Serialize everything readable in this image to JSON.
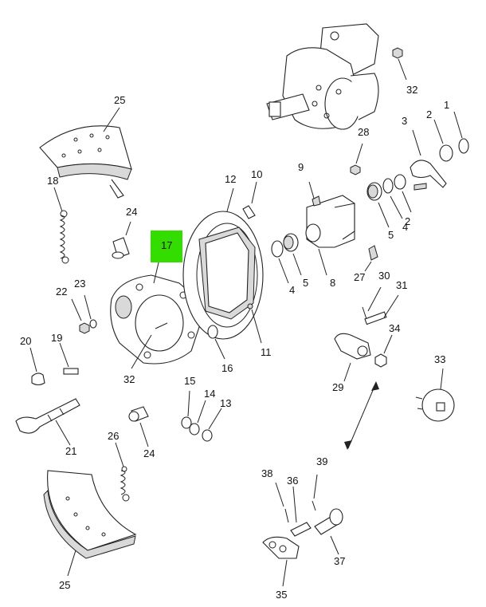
{
  "highlight": {
    "part": "17",
    "color": "#33dd00"
  },
  "parts": [
    {
      "id": "p1",
      "label": "1"
    },
    {
      "id": "p2a",
      "label": "2"
    },
    {
      "id": "p2b",
      "label": "2"
    },
    {
      "id": "p3",
      "label": "3"
    },
    {
      "id": "p4a",
      "label": "4"
    },
    {
      "id": "p4b",
      "label": "4"
    },
    {
      "id": "p5a",
      "label": "5"
    },
    {
      "id": "p5b",
      "label": "5"
    },
    {
      "id": "p8",
      "label": "8"
    },
    {
      "id": "p9",
      "label": "9"
    },
    {
      "id": "p10",
      "label": "10"
    },
    {
      "id": "p11",
      "label": "11"
    },
    {
      "id": "p12",
      "label": "12"
    },
    {
      "id": "p13",
      "label": "13"
    },
    {
      "id": "p14",
      "label": "14"
    },
    {
      "id": "p15",
      "label": "15"
    },
    {
      "id": "p16",
      "label": "16"
    },
    {
      "id": "p17",
      "label": "17"
    },
    {
      "id": "p18",
      "label": "18"
    },
    {
      "id": "p19",
      "label": "19"
    },
    {
      "id": "p20",
      "label": "20"
    },
    {
      "id": "p21",
      "label": "21"
    },
    {
      "id": "p22",
      "label": "22"
    },
    {
      "id": "p23",
      "label": "23"
    },
    {
      "id": "p24a",
      "label": "24"
    },
    {
      "id": "p24b",
      "label": "24"
    },
    {
      "id": "p25a",
      "label": "25"
    },
    {
      "id": "p25b",
      "label": "25"
    },
    {
      "id": "p26",
      "label": "26"
    },
    {
      "id": "p27",
      "label": "27"
    },
    {
      "id": "p28",
      "label": "28"
    },
    {
      "id": "p29",
      "label": "29"
    },
    {
      "id": "p30",
      "label": "30"
    },
    {
      "id": "p31",
      "label": "31"
    },
    {
      "id": "p32a",
      "label": "32"
    },
    {
      "id": "p32b",
      "label": "32"
    },
    {
      "id": "p33",
      "label": "33"
    },
    {
      "id": "p34",
      "label": "34"
    },
    {
      "id": "p35",
      "label": "35"
    },
    {
      "id": "p36",
      "label": "36"
    },
    {
      "id": "p37",
      "label": "37"
    },
    {
      "id": "p38",
      "label": "38"
    },
    {
      "id": "p39",
      "label": "39"
    }
  ]
}
